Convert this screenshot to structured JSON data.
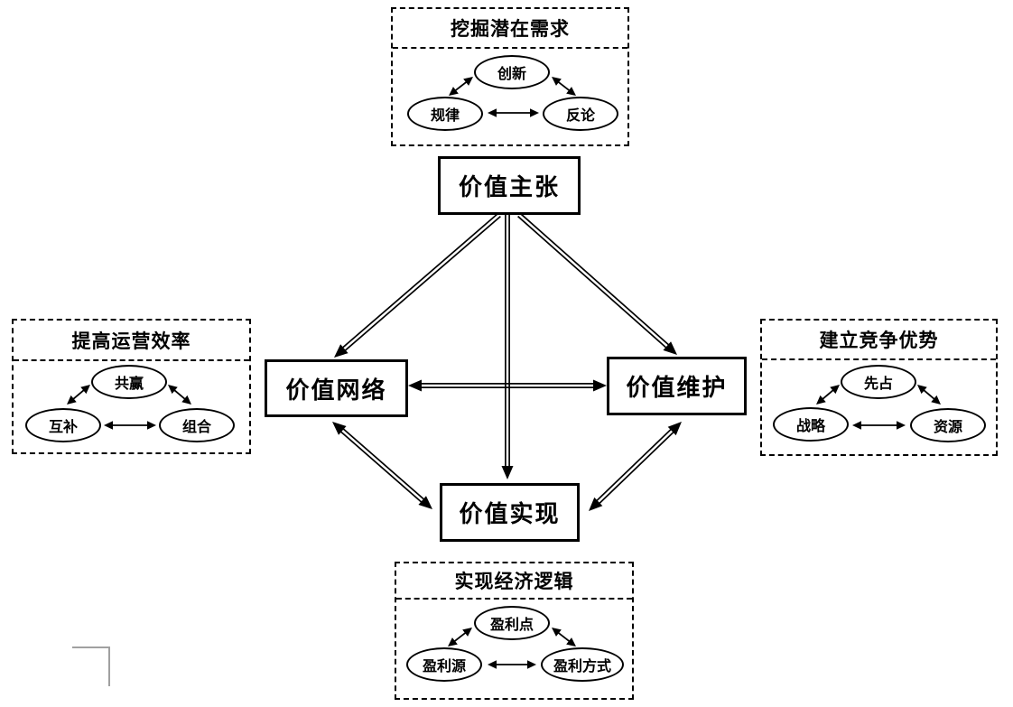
{
  "diagram": {
    "colors": {
      "ink": "#000000",
      "background": "#ffffff",
      "corner_mark": "#a0a0a0"
    },
    "center": {
      "value_proposition": "价值主张",
      "value_network": "价值网络",
      "value_maintenance": "价值维护",
      "value_realization": "价值实现"
    },
    "clusters": {
      "top": {
        "title": "挖掘潜在需求",
        "nodes": [
          "创新",
          "规律",
          "反论"
        ]
      },
      "left": {
        "title": "提高运营效率",
        "nodes": [
          "共赢",
          "互补",
          "组合"
        ]
      },
      "right": {
        "title": "建立竞争优势",
        "nodes": [
          "先占",
          "战略",
          "资源"
        ]
      },
      "bottom": {
        "title": "实现经济逻辑",
        "nodes": [
          "盈利点",
          "盈利源",
          "盈利方式"
        ]
      }
    }
  }
}
